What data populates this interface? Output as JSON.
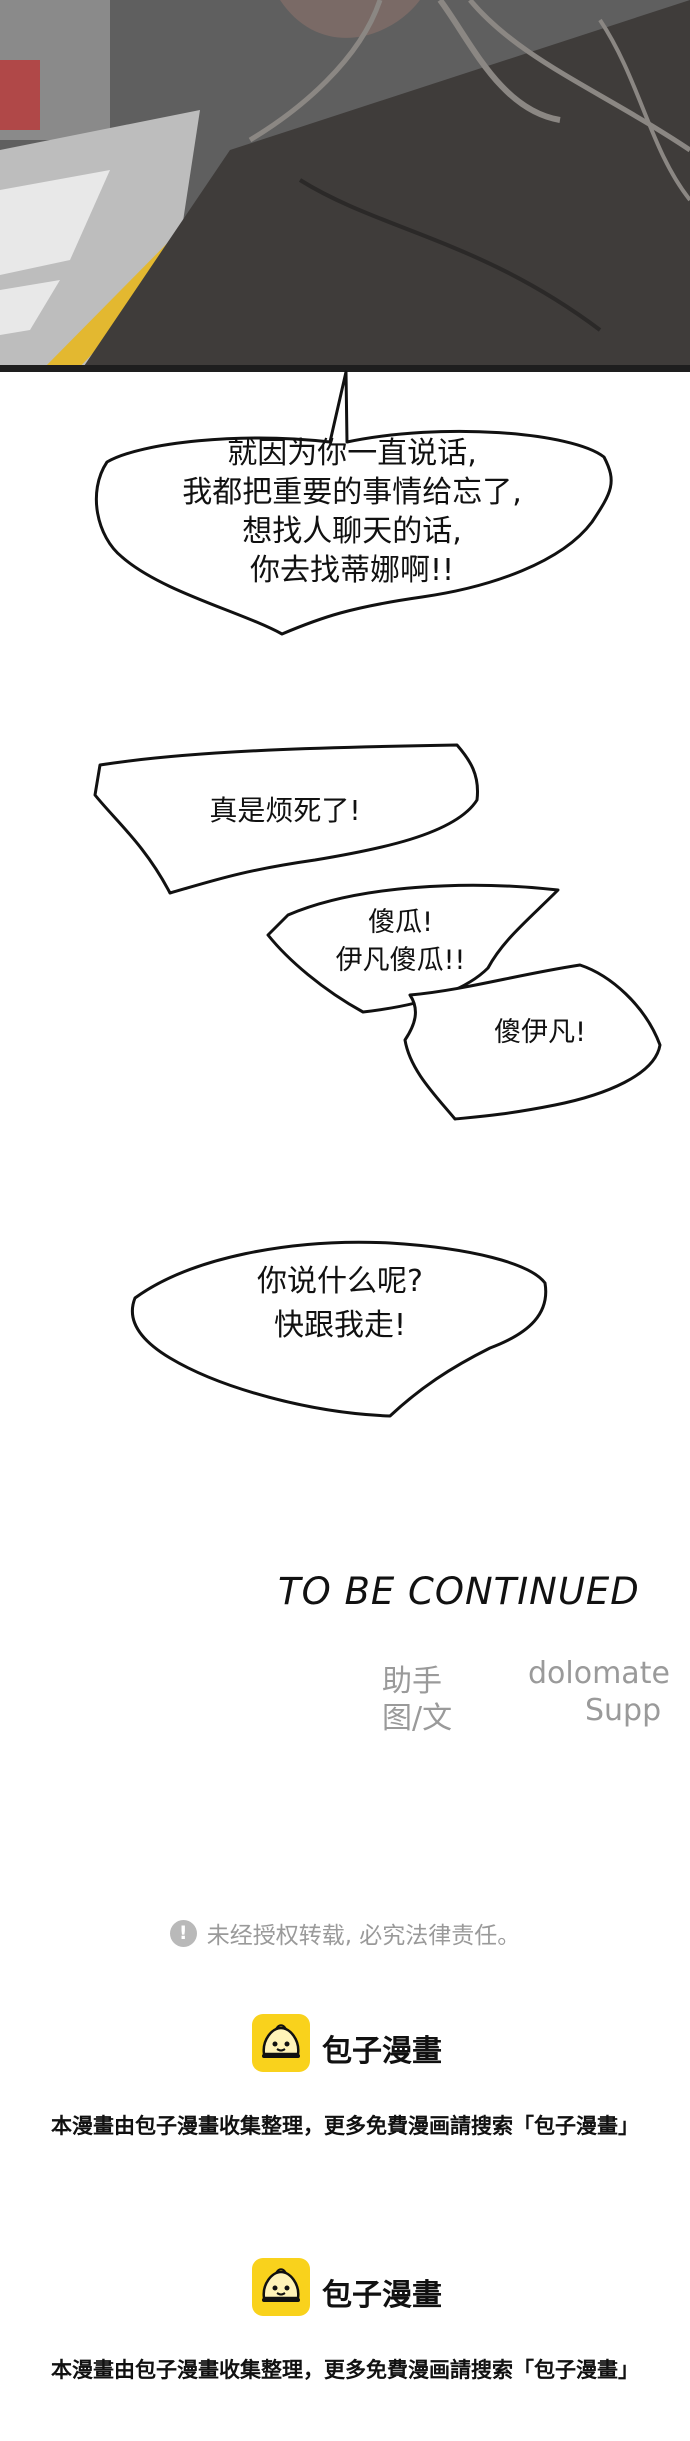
{
  "panel": {
    "illustration": "comic-panel-dark-coat-street"
  },
  "bubbles": [
    {
      "id": "bubble-1",
      "lines": [
        "就因为你一直说话,",
        "我都把重要的事情给忘了,",
        "想找人聊天的话,",
        "你去找蒂娜啊!!"
      ]
    },
    {
      "id": "bubble-2",
      "lines": [
        "真是烦死了!"
      ]
    },
    {
      "id": "bubble-3",
      "lines": [
        "傻瓜!",
        "伊凡傻瓜!!"
      ]
    },
    {
      "id": "bubble-4",
      "lines": [
        "傻伊凡!"
      ]
    },
    {
      "id": "bubble-5",
      "lines": [
        "你说什么呢?",
        "快跟我走!"
      ]
    }
  ],
  "ending": {
    "title": "TO BE CONTINUED",
    "credits": [
      {
        "role": "助手",
        "name": "dolomate"
      },
      {
        "role": "图/文",
        "name": "Supp"
      }
    ]
  },
  "notice": {
    "icon": "exclamation-icon",
    "text": "未经授权转载, 必究法律责任。"
  },
  "brand_blocks": [
    {
      "name": "包子漫畫",
      "description": "本漫畫由包子漫畫收集整理，更多免費漫画請搜索「包子漫畫」"
    },
    {
      "name": "包子漫畫",
      "description": "本漫畫由包子漫畫收集整理，更多免費漫画請搜索「包子漫畫」"
    }
  ],
  "colors": {
    "brand_yellow": "#f9d21c",
    "muted_text": "#9a9a9a"
  }
}
